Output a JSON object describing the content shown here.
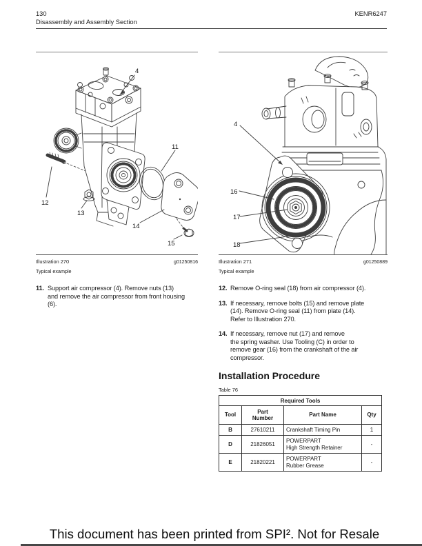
{
  "header": {
    "page_number": "130",
    "section_title": "Disassembly and Assembly Section",
    "doc_code": "KENR6247"
  },
  "left_column": {
    "illustration": {
      "label": "Illustration 270",
      "code": "g01250816",
      "caption": "Typical example"
    },
    "callouts": [
      "4",
      "11",
      "12",
      "13",
      "14",
      "15"
    ],
    "steps": [
      {
        "num": "11.",
        "text": "Support air compressor (4). Remove nuts (13)\nand remove the air compressor from front housing\n(6)."
      }
    ]
  },
  "right_column": {
    "illustration": {
      "label": "Illustration 271",
      "code": "g01250889",
      "caption": "Typical example"
    },
    "callouts": [
      "4",
      "16",
      "17",
      "18"
    ],
    "steps": [
      {
        "num": "12.",
        "text": "Remove O-ring seal (18) from air compressor (4)."
      },
      {
        "num": "13.",
        "text": "If necessary, remove bolts (15) and remove plate\n(14). Remove O-ring seal (11) from plate (14).\nRefer to Illustration 270."
      },
      {
        "num": "14.",
        "text": "If necessary, remove nut (17) and remove\nthe spring washer. Use Tooling (C) in order to\nremove gear (16) from the crankshaft of the air\ncompressor."
      }
    ],
    "installation": {
      "heading": "Installation Procedure",
      "table_label": "Table 76",
      "table": {
        "title": "Required Tools",
        "columns": [
          "Tool",
          "Part\nNumber",
          "Part Name",
          "Qty"
        ],
        "rows": [
          {
            "tool": "B",
            "part_number": "27610211",
            "part_name": "Crankshaft Timing Pin",
            "qty": "1"
          },
          {
            "tool": "D",
            "part_number": "21826051",
            "part_name": "POWERPART\nHigh Strength Retainer",
            "qty": "-"
          },
          {
            "tool": "E",
            "part_number": "21820221",
            "part_name": "POWERPART\nRubber Grease",
            "qty": "-"
          }
        ]
      }
    }
  },
  "footer": {
    "text": "This document has been printed from SPI². Not for Resale"
  }
}
